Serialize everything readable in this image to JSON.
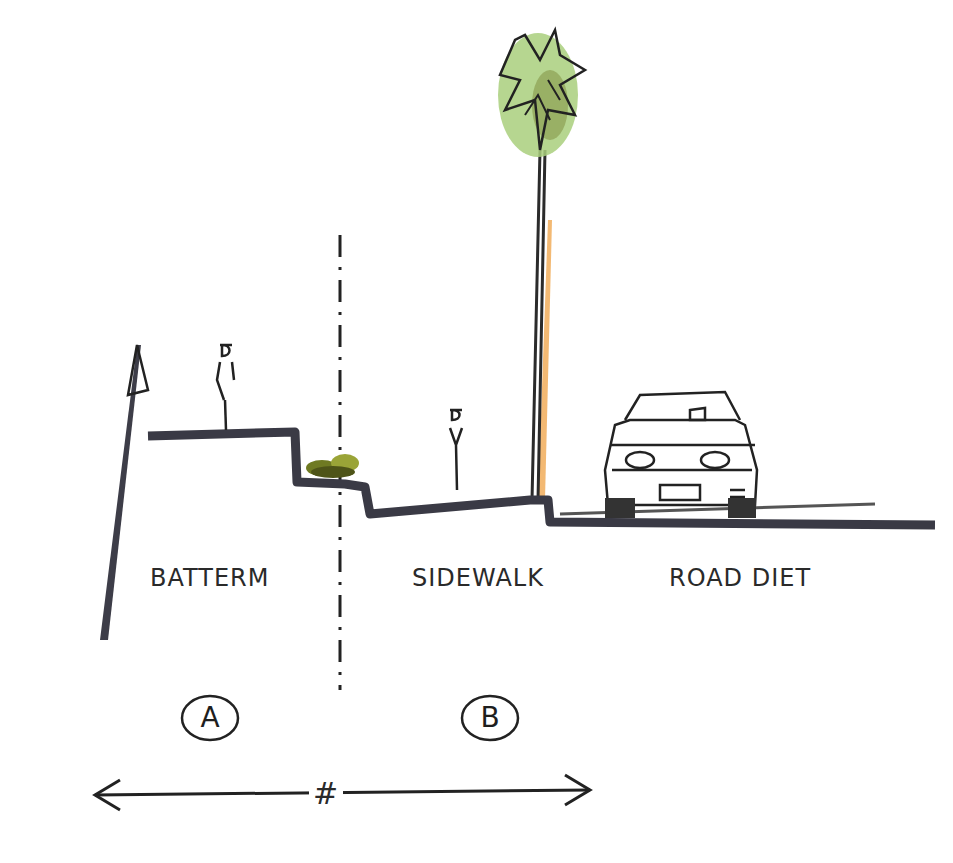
{
  "diagram": {
    "nodes": [
      {
        "text": [
          "A"
        ]
      },
      {
        "text": [
          "B"
        ]
      }
    ],
    "labels": [
      "BATTERM",
      "SIDEWALK",
      "ROAD DIET",
      "#"
    ]
  }
}
